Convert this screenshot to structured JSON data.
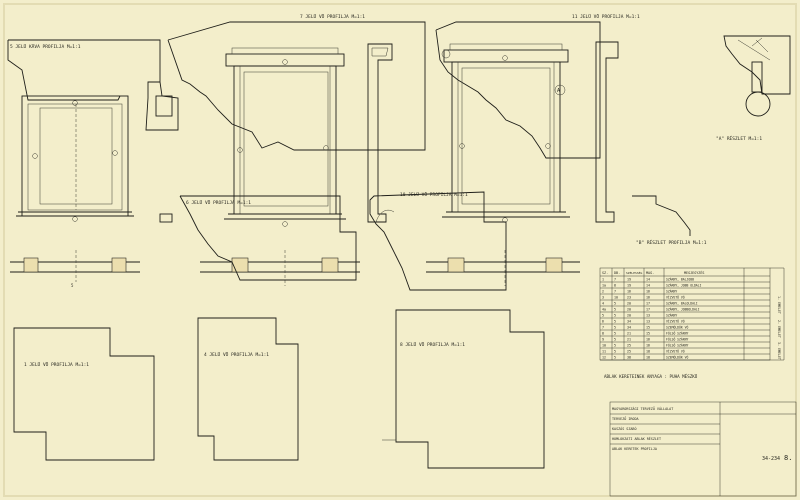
{
  "sheet": {
    "paper_color": "#f3eecb",
    "ink_color": "#1f1f1a",
    "wall_fill": "#ecdfae"
  },
  "profiles": {
    "p5": "5 JELÜ KÄVA PROFILJA M=1:1",
    "p7": "7 JELÜ VÖ PROFILJA M=1:1",
    "p11": "11 JELÜ VÖ PROFILJA M=1:1",
    "p6": "6 JELÜ VÖ PROFILJA M=1:1",
    "p10": "10 JELÜ VÖ PROFILJA M=1:1",
    "p1": "1 JELÜ VÖ PROFILJA M=1:1",
    "p4": "4 JELÜ VÖ PROFILJA M=1:1",
    "p8": "8 JELÜ VÖ PROFILJA M=1:1"
  },
  "details": {
    "a_detail": "\"A\" RÉSZLET M=1:1",
    "b_detail": "\"B\" RÉSZLET PROFILJA M=1:1"
  },
  "callouts": {
    "a_marker": "A"
  },
  "schedule": {
    "headers": [
      "SZ.",
      "DB.",
      "SZÉLESSÉG",
      "MAG.",
      "MEGJEGYZÉS"
    ],
    "rows": [
      [
        "1",
        "7",
        "19",
        "14",
        "SZÁRNY, BALJOBB"
      ],
      [
        "1a",
        "8",
        "19",
        "14",
        "SZÁRNY, JOBB OLDALI"
      ],
      [
        "2",
        "7",
        "16",
        "16",
        "SZÁRNY"
      ],
      [
        "3",
        "10",
        "23",
        "16",
        "VÍZVETŐ VÖ"
      ],
      [
        "4",
        "5",
        "20",
        "17",
        "SZÁRNY, BALOLDALI"
      ],
      [
        "4a",
        "5",
        "20",
        "17",
        "SZÁRNY, JOBBOLDALI"
      ],
      [
        "5",
        "5",
        "20",
        "13",
        "SZÁRNY"
      ],
      [
        "6",
        "5",
        "34",
        "13",
        "VÍZVETŐ VÖ"
      ],
      [
        "7",
        "5",
        "34",
        "15",
        "SZEMÖLDÖK VÖ"
      ],
      [
        "8",
        "5",
        "21",
        "15",
        "FÖLSŐ SZÁRNY"
      ],
      [
        "9",
        "5",
        "21",
        "16",
        "FÖLSŐ SZÁRNY"
      ],
      [
        "10",
        "5",
        "25",
        "16",
        "FÖLSŐ SZÁRNY"
      ],
      [
        "11",
        "5",
        "25",
        "18",
        "VÍZVETŐ VÖ"
      ],
      [
        "12",
        "5",
        "38",
        "18",
        "SZEMÖLDÖK VÖ"
      ]
    ],
    "side_labels": [
      "1. EMELET",
      "2. EMELET",
      "3. EMELET"
    ],
    "note": "ABLAK KERETEINEK ANYAGA : PUHA MÉSZKŐ"
  },
  "title_block": {
    "lines": [
      "MAGYARORSZÁGI TERVEZŐ VÁLLALAT",
      "TERVEZŐ IRODA",
      "KASZÁS SZABÓ",
      "HOMLOKZATI ABLAK RÉSZLET",
      "ABLAK KERETEK PROFILJA"
    ],
    "sheet_no": "8.",
    "drawing_no": "34-234"
  }
}
